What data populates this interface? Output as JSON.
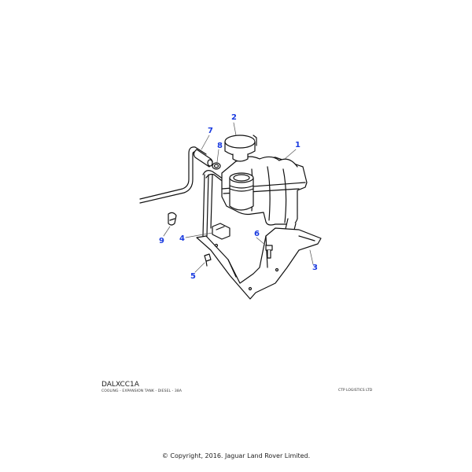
{
  "diagram": {
    "code": "DALXCC1A",
    "description": "COOLING - EXPANSION TANK - DIESEL - 38A",
    "vendor": "CTP LOGISTICS LTD",
    "copyright": "© Copyright, 2016. Jaguar Land Rover Limited.",
    "callout_color": "#1a3be0",
    "callouts": [
      {
        "label": "1",
        "part": "expansion-tank"
      },
      {
        "label": "2",
        "part": "filler-cap"
      },
      {
        "label": "3",
        "part": "mounting-bracket"
      },
      {
        "label": "4",
        "part": "hose-clip"
      },
      {
        "label": "5",
        "part": "bolt"
      },
      {
        "label": "6",
        "part": "bolt"
      },
      {
        "label": "7",
        "part": "hose"
      },
      {
        "label": "8",
        "part": "clip"
      },
      {
        "label": "9",
        "part": "clip"
      }
    ]
  }
}
